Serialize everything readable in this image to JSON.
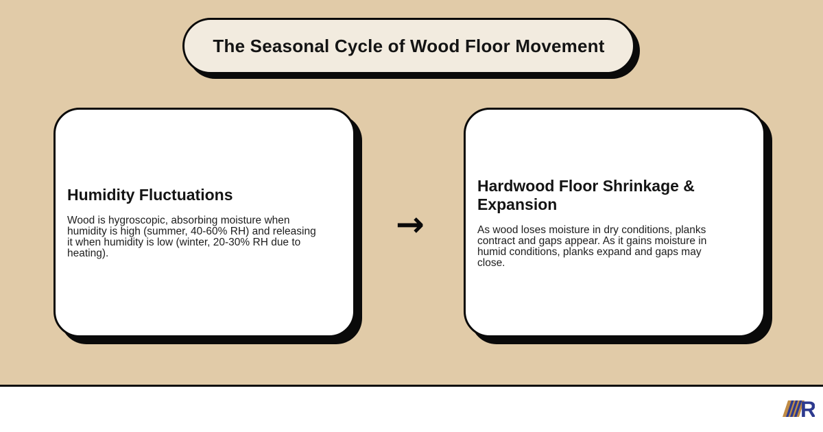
{
  "colors": {
    "background": "#e1cba8",
    "pill_fill": "#f2ebdf",
    "card_fill": "#ffffff",
    "outline": "#0a0a0a",
    "text": "#141414",
    "logo_tan": "#c08c46",
    "logo_blue": "#2d3a8f"
  },
  "title": {
    "text": "The Seasonal Cycle of Wood Floor Movement"
  },
  "cards": [
    {
      "heading": "Humidity Fluctuations",
      "body": "Wood is hygroscopic, absorbing moisture when\nhumidity is high (summer, 40-60% RH) and releasing\nit when humidity is low (winter, 20-30% RH due to\nheating)."
    },
    {
      "heading": "Hardwood Floor Shrinkage &\nExpansion",
      "body": "As wood loses moisture in dry conditions, planks\ncontract and gaps appear. As it gains moisture in\nhumid conditions, planks expand and gaps may\nclose."
    }
  ],
  "arrow": {
    "glyph": "→"
  },
  "footer": {
    "logo_letter": "R"
  }
}
